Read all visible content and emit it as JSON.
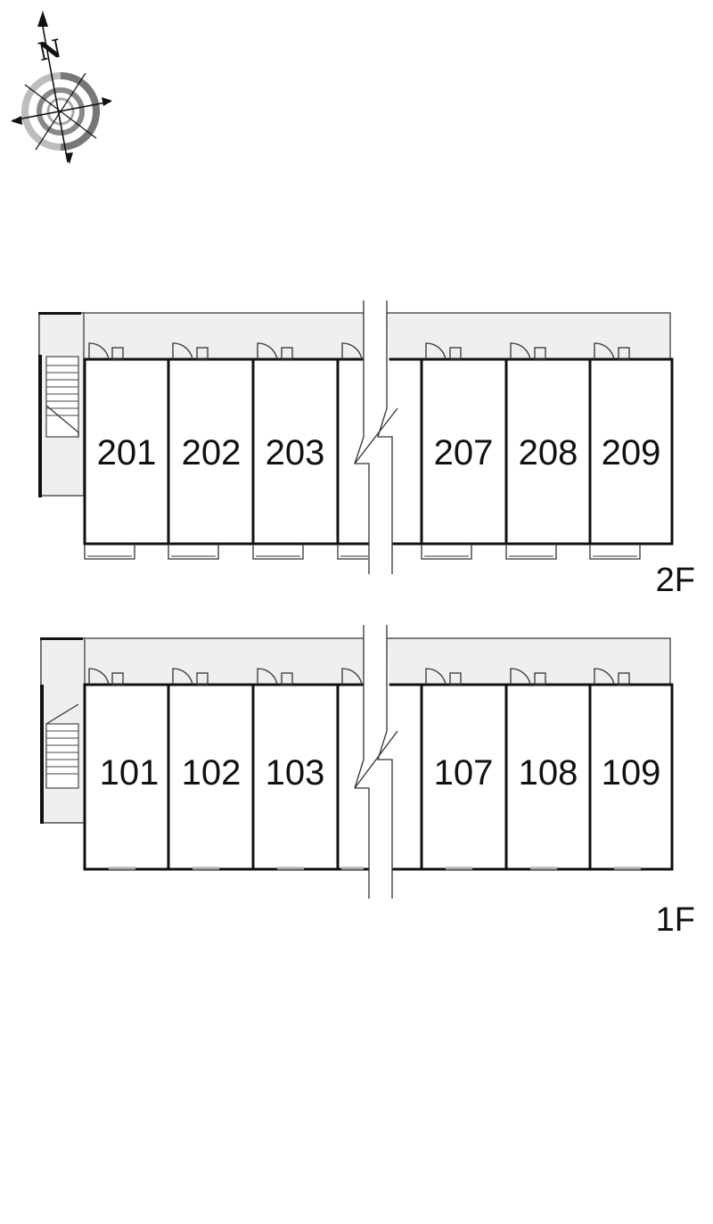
{
  "compass": {
    "north_label": "N",
    "icon": "compass-rose-icon"
  },
  "floors": [
    {
      "label": "2F",
      "units": [
        "201",
        "202",
        "203",
        "",
        "207",
        "208",
        "209"
      ],
      "has_balconies": true
    },
    {
      "label": "1F",
      "units": [
        "101",
        "102",
        "103",
        "",
        "107",
        "108",
        "109"
      ],
      "has_balconies": false
    }
  ],
  "colors": {
    "corridor": "#efefef",
    "wall": "#111111",
    "background": "#ffffff"
  }
}
